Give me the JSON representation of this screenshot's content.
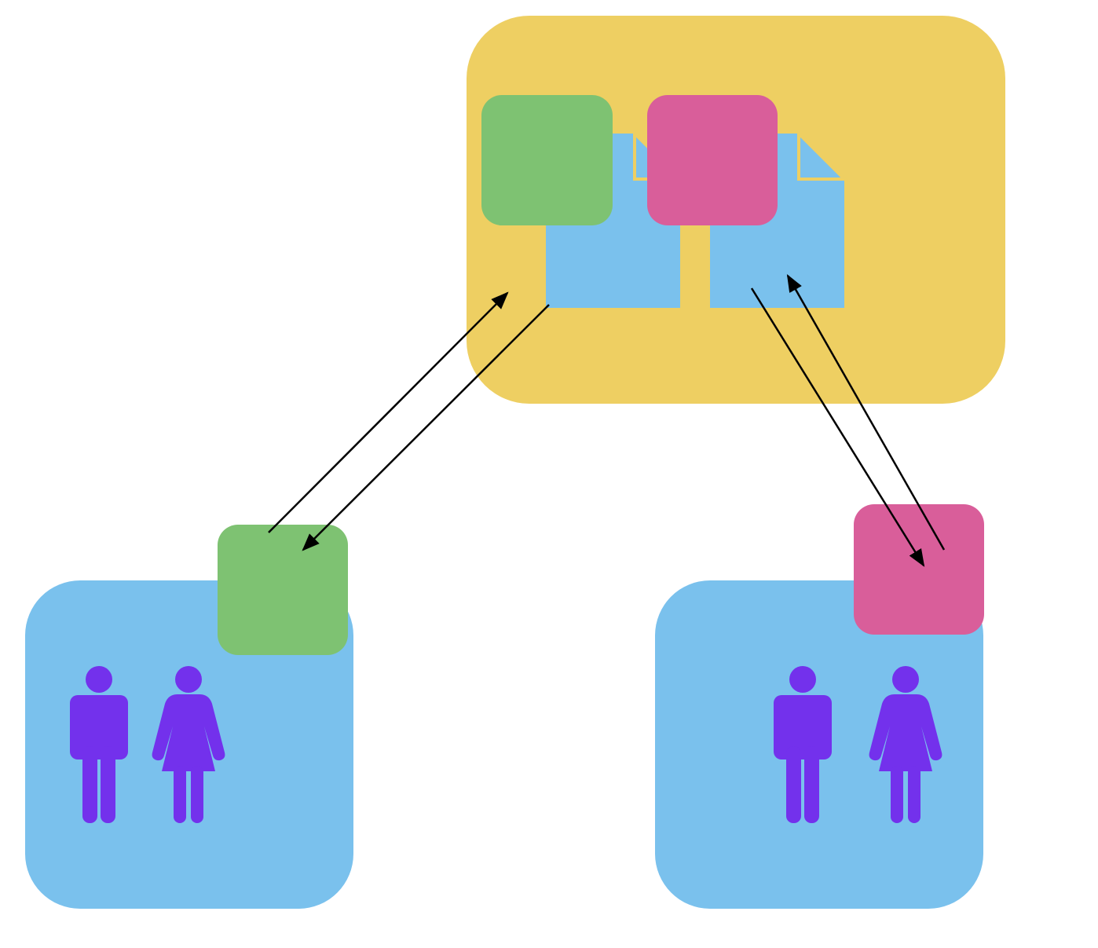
{
  "colors": {
    "server": "#EECF62",
    "group": "#7AC1ED",
    "key_green": "#7EC272",
    "key_pink": "#D95E9A",
    "document": "#7AC1ED",
    "person": "#7331EC",
    "arrow": "#000000",
    "background": "#FFFFFF"
  },
  "server": {
    "documents": [
      {
        "icon": "document-icon",
        "key_color": "key_green"
      },
      {
        "icon": "document-icon",
        "key_color": "key_pink"
      }
    ]
  },
  "groups": [
    {
      "key_color": "key_green",
      "members": [
        "man-icon",
        "woman-icon"
      ]
    },
    {
      "key_color": "key_pink",
      "members": [
        "man-icon",
        "woman-icon"
      ]
    }
  ],
  "connections": [
    {
      "from": "group-left",
      "to": "document-left",
      "direction": "bidirectional"
    },
    {
      "from": "group-right",
      "to": "document-right",
      "direction": "bidirectional"
    }
  ]
}
